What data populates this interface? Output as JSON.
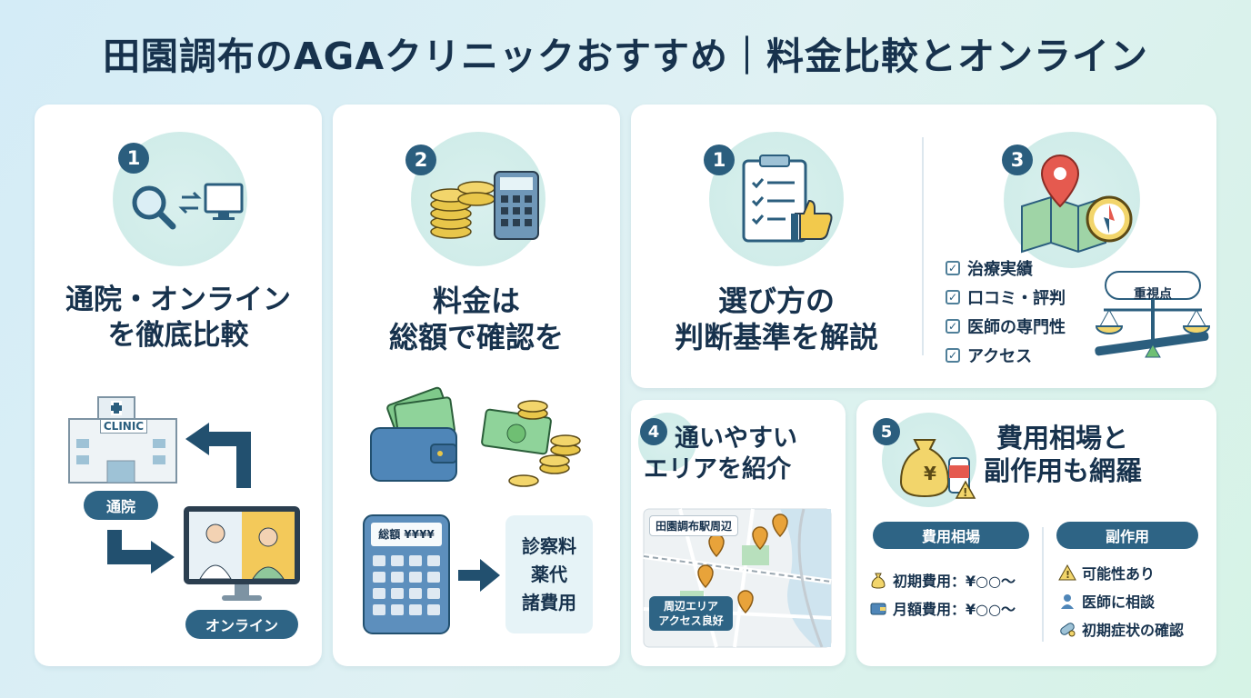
{
  "title": "田園調布のAGAクリニックおすすめ｜料金比較とオンライン",
  "card1": {
    "badge": "1",
    "heading_line1": "通院・オンライン",
    "heading_line2": "を徹底比較",
    "clinic_sign": "CLINIC",
    "pill_visit": "通院",
    "pill_online": "オンライン"
  },
  "card2": {
    "badge": "2",
    "heading_line1": "料金は",
    "heading_line2": "総額で確認を",
    "calc_display": "総額 ¥¥¥¥",
    "fees": [
      "診察料",
      "薬代",
      "諸費用"
    ]
  },
  "card3": {
    "badge": "1",
    "heading_line1": "選び方の",
    "heading_line2": "判断基準を解説",
    "badge_right": "3",
    "criteria": [
      "治療実績",
      "口コミ・評判",
      "医師の専門性",
      "アクセス"
    ],
    "scale_label": "重視点"
  },
  "card4": {
    "badge": "4",
    "heading_line1": "通いやすい",
    "heading_line2": "エリアを紹介",
    "map_label_station": "田園調布駅周辺",
    "map_label_area_line1": "周辺エリア",
    "map_label_area_line2": "アクセス良好"
  },
  "card5": {
    "badge": "5",
    "heading_line1": "費用相場と",
    "heading_line2": "副作用も網羅",
    "cost_pill": "費用相場",
    "cost_rows": [
      "初期費用：¥○○～",
      "月額費用：¥○○～"
    ],
    "side_pill": "副作用",
    "side_rows": [
      "可能性あり",
      "医師に相談",
      "初期症状の確認"
    ]
  },
  "colors": {
    "navy": "#17324d",
    "accent": "#2e6485",
    "teal_circle": "#cdebe7",
    "gold": "#e8c64a",
    "money_green": "#6fbf73",
    "pin_orange": "#e8a33a"
  }
}
